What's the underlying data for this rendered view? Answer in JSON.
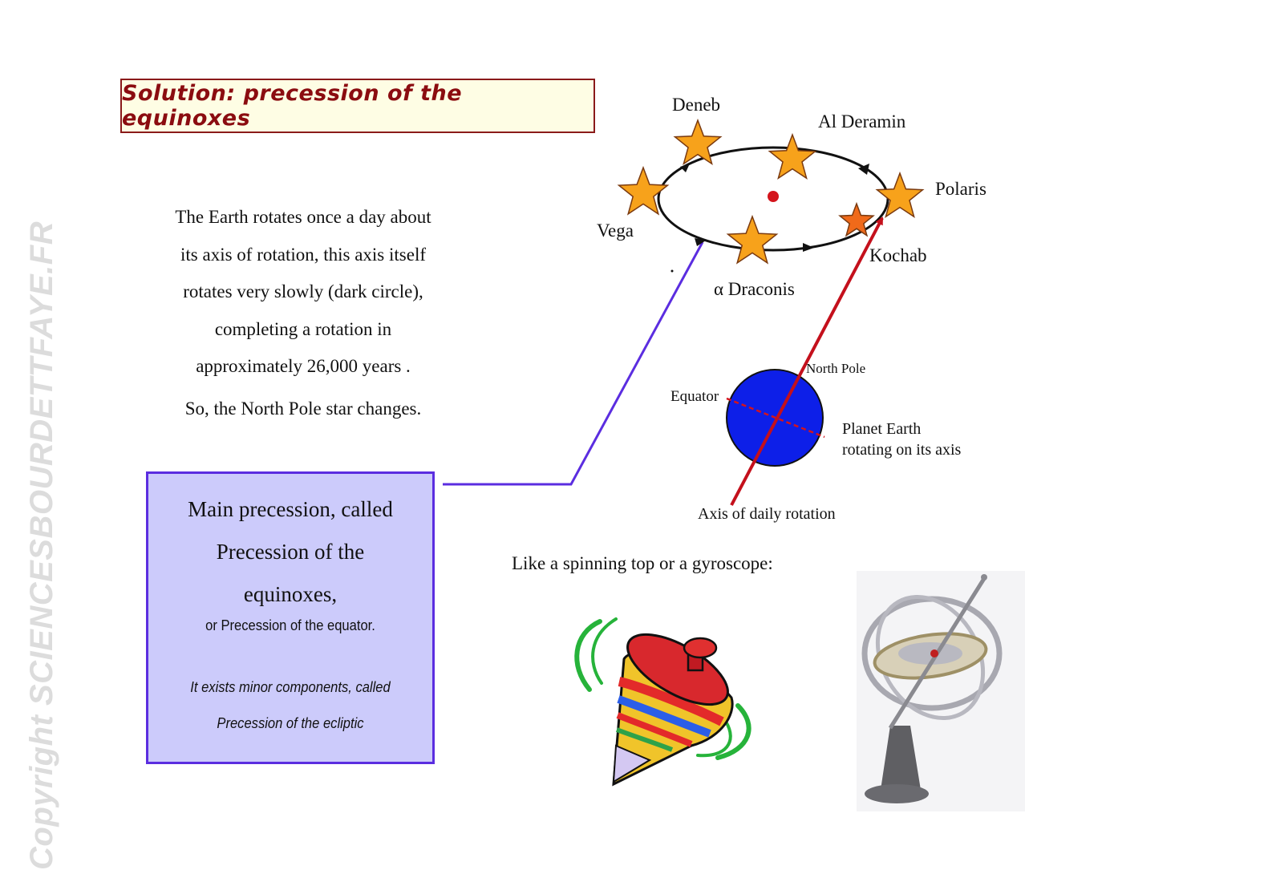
{
  "title": "Solution: precession of the equinoxes",
  "intro": {
    "lines": [
      "The Earth rotates once a day about",
      "its axis of rotation, this axis itself",
      "rotates very slowly (dark circle),",
      "completing a rotation in",
      "approximately 26,000 years ."
    ],
    "conclusion": "So, the North Pole star changes."
  },
  "precession_box": {
    "lines": [
      "Main precession, called",
      "Precession of the",
      "equinoxes,"
    ],
    "subtitle": "or Precession of the equator.",
    "minor_lines": [
      "It exists minor components, called",
      "Precession of the ecliptic"
    ]
  },
  "stars": {
    "deneb": "Deneb",
    "al_deramin": "Al Deramin",
    "polaris": "Polaris",
    "kochab": "Kochab",
    "vega": "Vega",
    "alpha_draconis": "α Draconis"
  },
  "earth": {
    "north_pole": "North Pole",
    "equator": "Equator",
    "planet_line1": "Planet Earth",
    "planet_line2": "rotating on its axis",
    "axis": "Axis of daily rotation"
  },
  "spinning_caption": "Like a spinning top or a gyroscope:",
  "watermark": "Copyright SCIENCESBOURDETTFAYE.FR",
  "colors": {
    "title_text": "#8b0c10",
    "title_bg": "#fefde4",
    "box_bg": "#cccbfb",
    "box_border": "#5b2de0",
    "star_fill": "#f7a21b",
    "earth": "#0d1fe8",
    "axis": "#c4101c",
    "connector": "#5b2de0"
  }
}
